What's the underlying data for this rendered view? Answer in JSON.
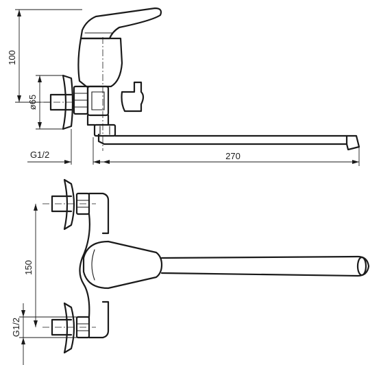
{
  "dimensions": {
    "height_top": "100",
    "diameter": "ø65",
    "thread_top": "G1/2",
    "spout_length": "270",
    "spacing": "150",
    "thread_bottom": "G1/2"
  }
}
